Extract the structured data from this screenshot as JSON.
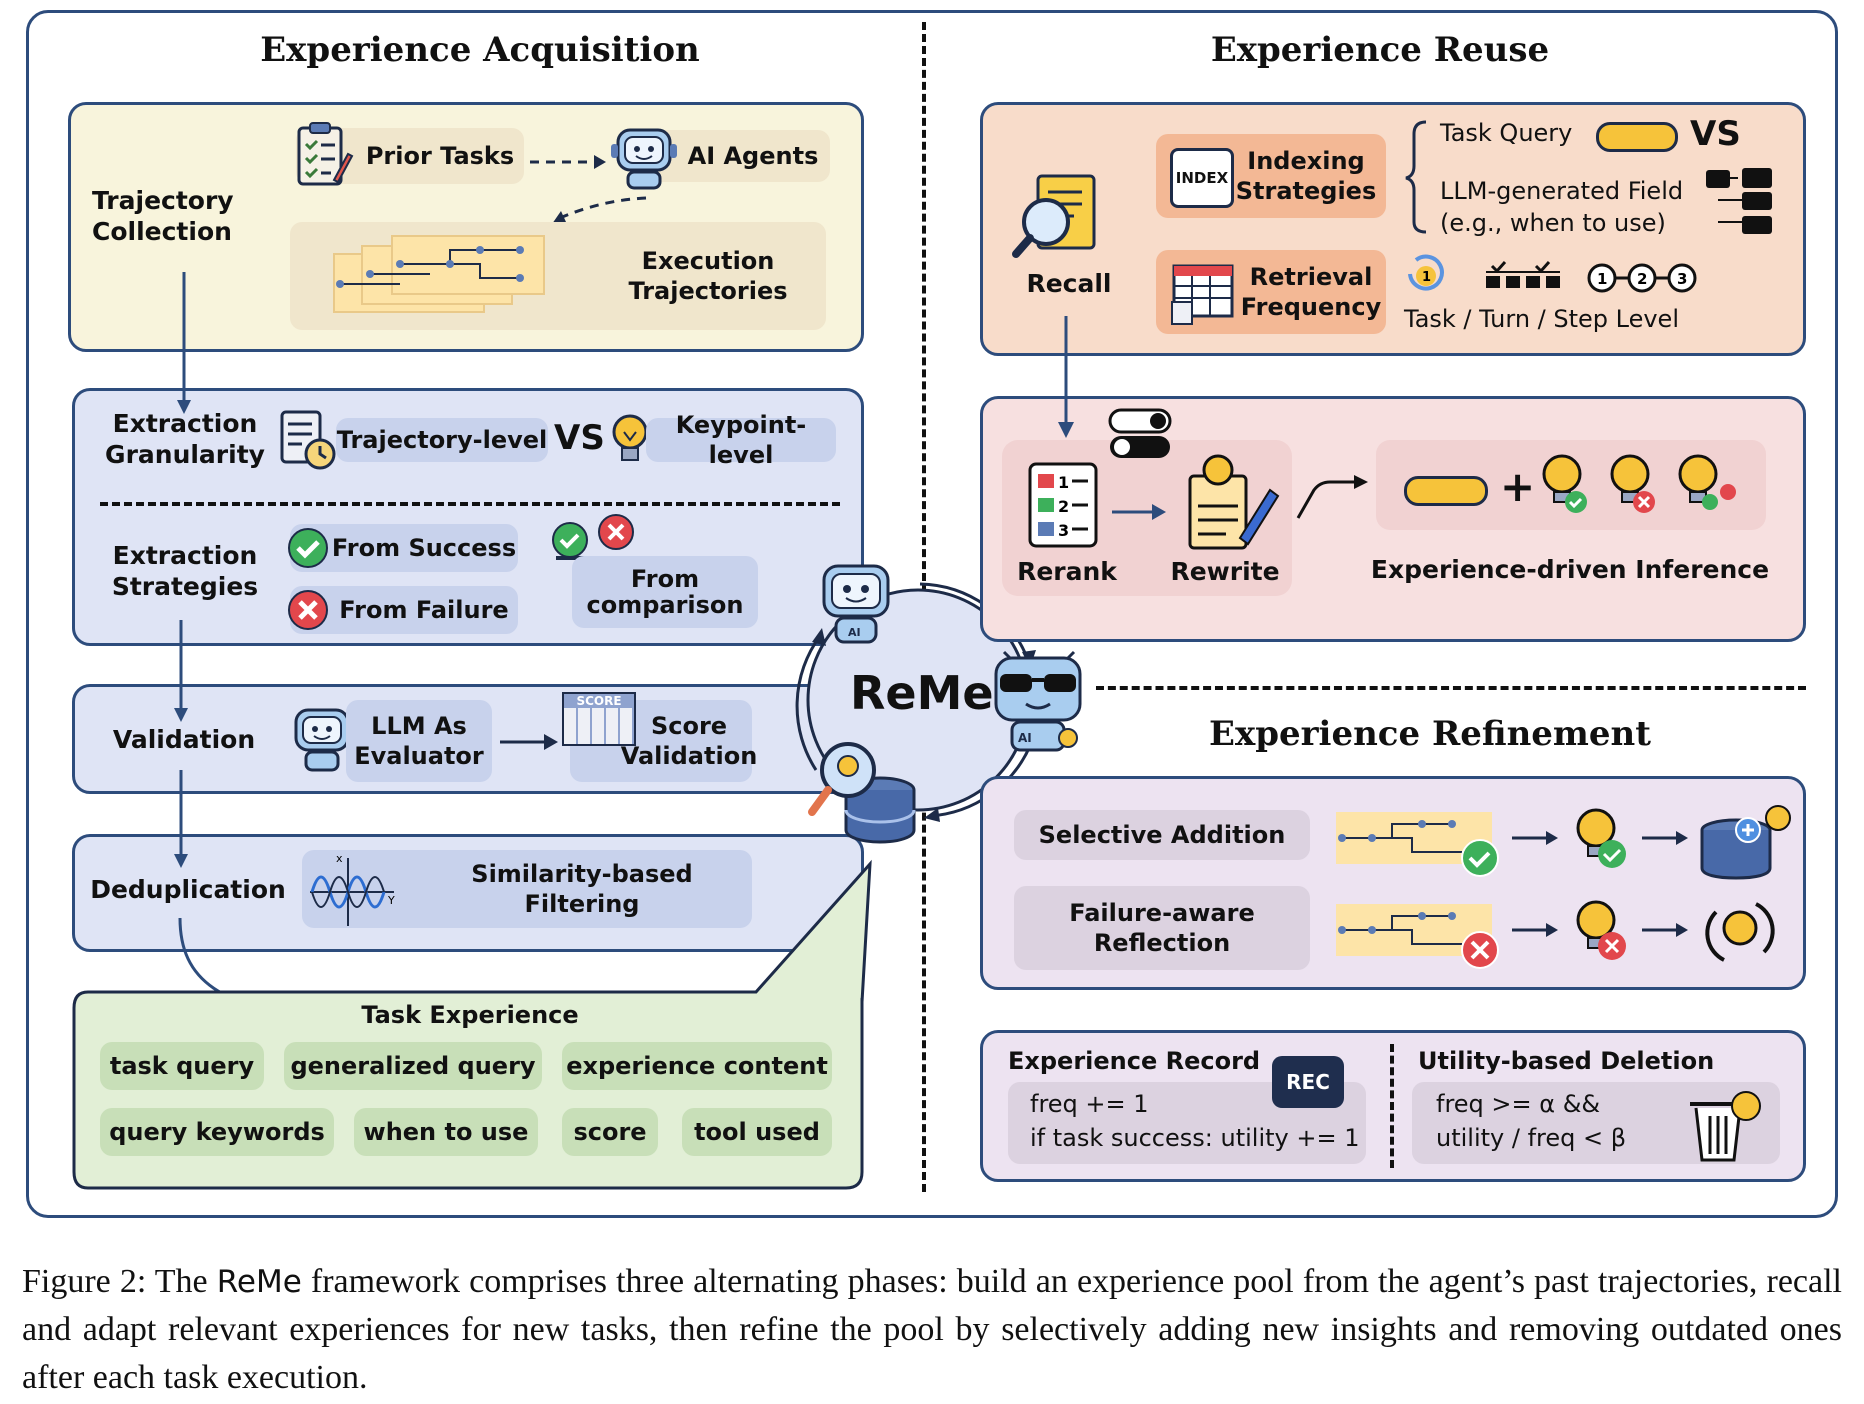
{
  "acquisition": {
    "title": "Experience Acquisition",
    "trajectory": {
      "label": "Trajectory Collection",
      "prior_tasks": "Prior Tasks",
      "ai_agents": "AI Agents",
      "execution": "Execution Trajectories"
    },
    "granularity": {
      "label": "Extraction Granularity",
      "trajectory_level": "Trajectory-level",
      "vs": "VS",
      "keypoint_level": "Keypoint-level"
    },
    "strategies": {
      "label": "Extraction Strategies",
      "success": "From Success",
      "failure": "From Failure",
      "comparison": "From comparison"
    },
    "validation": {
      "label": "Validation",
      "llm": "LLM As Evaluator",
      "score": "Score Validation",
      "score_badge": "SCORE"
    },
    "dedup": {
      "label": "Deduplication",
      "filtering": "Similarity-based Filtering",
      "axis_x": "x",
      "axis_y": "Y"
    },
    "task_experience": {
      "title": "Task Experience",
      "row1": [
        "task query",
        "generalized query",
        "experience content"
      ],
      "row2": [
        "query keywords",
        "when to use",
        "score",
        "tool used"
      ]
    }
  },
  "center": {
    "name": "ReMe",
    "ai_badge": "AI"
  },
  "reuse": {
    "title": "Experience Reuse",
    "recall": "Recall",
    "index_badge": "INDEX",
    "indexing": "Indexing Strategies",
    "retrieval": "Retrieval Frequency",
    "task_query": "Task Query",
    "vs": "VS",
    "llm_field": "LLM-generated Field",
    "llm_field_eg": "(e.g., when to use)",
    "levels": "Task / Turn / Step Level",
    "level_num": "1",
    "step_nums": [
      "1",
      "2",
      "3"
    ],
    "rerank": "Rerank",
    "rerank_nums": [
      "1",
      "2",
      "3"
    ],
    "rewrite": "Rewrite",
    "inference": "Experience-driven Inference"
  },
  "refinement": {
    "title": "Experience Refinement",
    "selective": "Selective Addition",
    "failure": "Failure-aware Reflection",
    "record": {
      "title": "Experience Record",
      "rec": "REC",
      "line1": "freq += 1",
      "line2": "if task success: utility += 1"
    },
    "deletion": {
      "title": "Utility-based Deletion",
      "line1": "freq >= α &&",
      "line2": "utility / freq < β"
    }
  },
  "caption": {
    "prefix": "Figure 2: The ",
    "name": "ReMe",
    "rest": " framework comprises three alternating phases: build an experience pool from the agent’s past trajectories, recall and adapt relevant experiences for new tasks, then refine the pool by selectively adding new insights and removing outdated ones after each task execution."
  },
  "colors": {
    "navy": "#2d4c7c",
    "yellow_panel": "#f8f4dc",
    "blue_panel": "#dfe4f5",
    "green_panel": "#e2efd6",
    "peach_panel": "#f8dcca",
    "pink_panel": "#f7e0e0",
    "lavender_panel": "#ede3f1"
  }
}
